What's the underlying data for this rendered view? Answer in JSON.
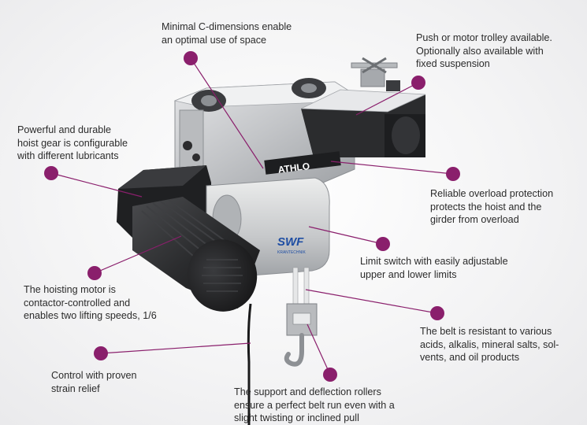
{
  "callouts": [
    {
      "id": "c-dimensions",
      "text": "Minimal C-dimensions enable\nan optimal use of space"
    },
    {
      "id": "trolley",
      "text": "Push or motor trolley available.\nOptionally also available with\nfixed suspension"
    },
    {
      "id": "hoist-gear",
      "text": "Powerful and durable\nhoist gear is configurable\nwith different lubricants"
    },
    {
      "id": "overload",
      "text": "Reliable overload protection\nprotects the hoist and the\ngirder from overload"
    },
    {
      "id": "limit-switch",
      "text": "Limit switch with easily adjustable\nupper and lower limits"
    },
    {
      "id": "hoisting-motor",
      "text": "The hoisting motor is\ncontactor-controlled and\nenables two lifting speeds, 1/6"
    },
    {
      "id": "belt",
      "text": "The belt is resistant to various\nacids, alkalis, mineral salts, sol-\nvents, and oil products"
    },
    {
      "id": "control",
      "text": "Control with proven\nstrain relief"
    },
    {
      "id": "rollers",
      "text": "The support and deflection rollers\nensure a perfect belt run even with a\nslight twisting or inclined pull"
    }
  ],
  "product": {
    "logo_text": "SWF",
    "logo_subtext": "KRANTECHNIK",
    "model_text": "ATHLO"
  },
  "colors": {
    "accent": "#8a1f6c",
    "text": "#2b2b2b",
    "motor": "#2a2a2c",
    "housing": "#c9cacc"
  }
}
